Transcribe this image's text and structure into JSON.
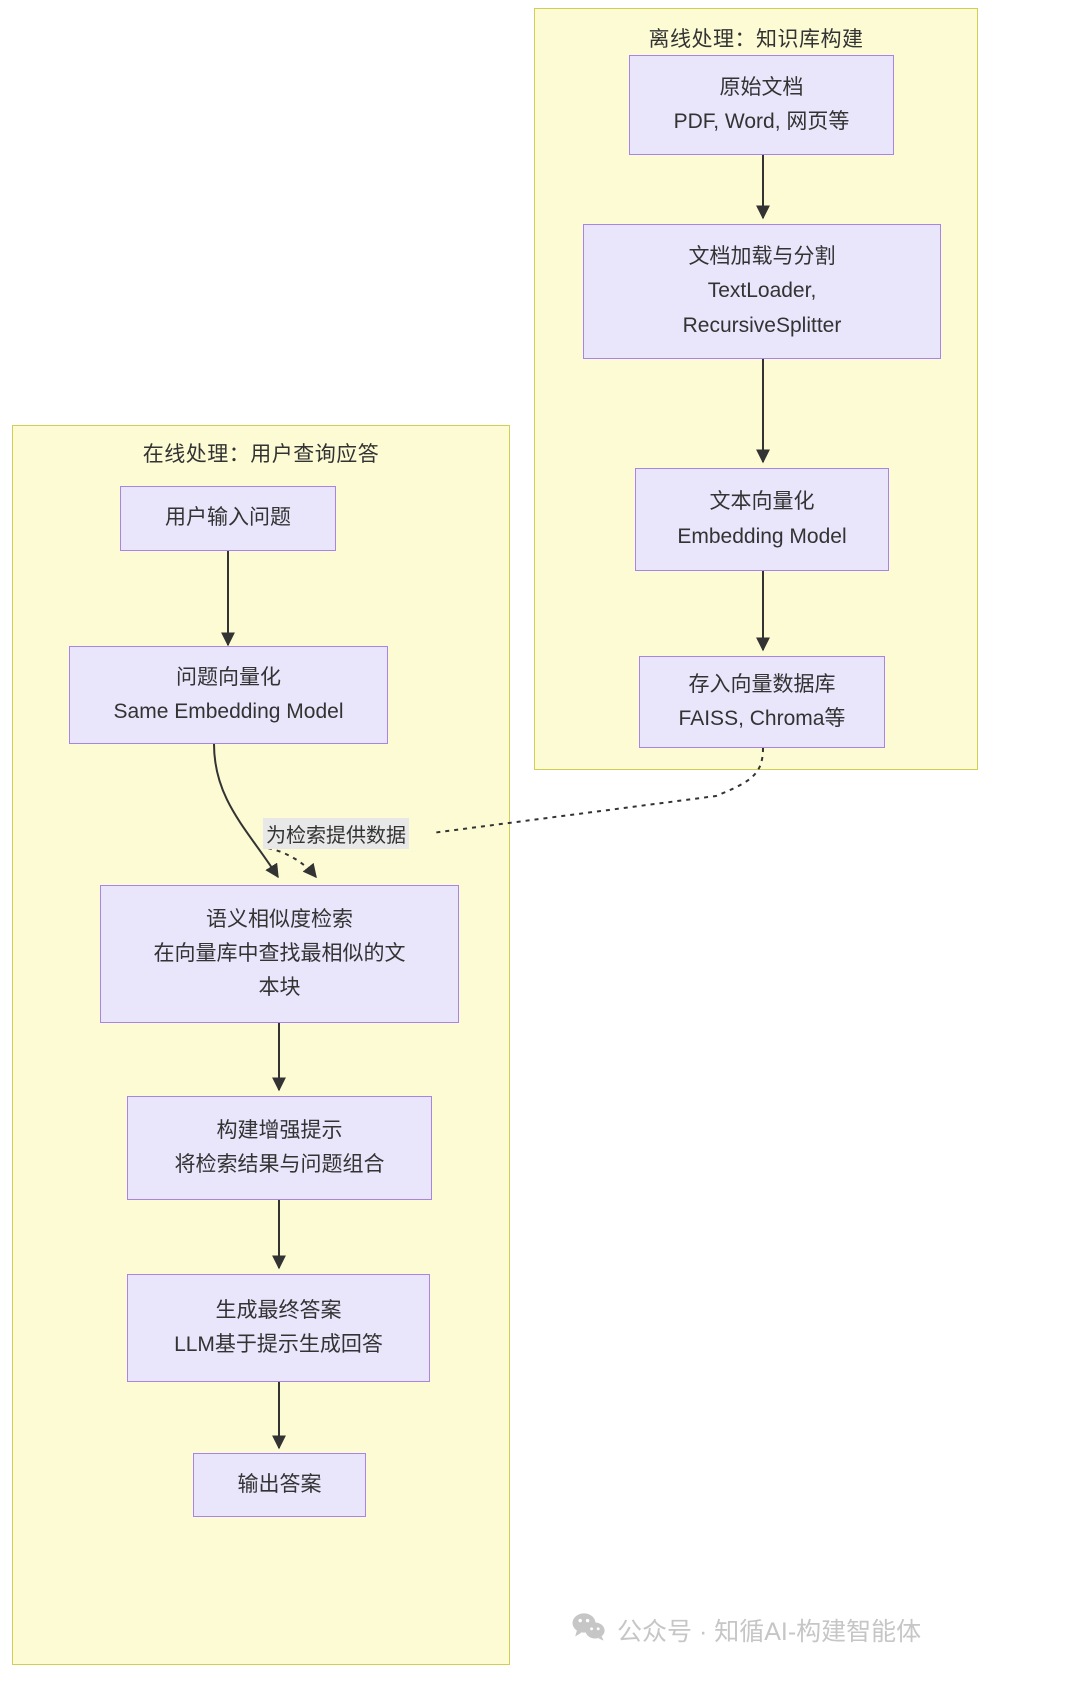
{
  "diagram": {
    "title_offline": "离线处理：知识库构建",
    "title_online": "在线处理：用户查询应答",
    "colors": {
      "subgraph_fill": "#fdfbd4",
      "subgraph_border": "#cfcf53",
      "node_fill": "#e9e5fb",
      "node_border": "#a884e8",
      "text": "#333333",
      "arrow": "#333333",
      "edge_label_bg": "#e8e8e8",
      "watermark": "#c6c6c6"
    }
  },
  "offline": {
    "title": "离线处理：知识库构建",
    "nodes": [
      {
        "id": "raw-doc",
        "lines": [
          "原始文档",
          "PDF, Word, 网页等"
        ]
      },
      {
        "id": "load-split",
        "lines": [
          "文档加载与分割",
          "TextLoader,",
          "RecursiveSplitter"
        ]
      },
      {
        "id": "embed",
        "lines": [
          "文本向量化",
          "Embedding Model"
        ]
      },
      {
        "id": "vector-store",
        "lines": [
          "存入向量数据库",
          "FAISS, Chroma等"
        ]
      }
    ]
  },
  "online": {
    "title": "在线处理：用户查询应答",
    "nodes": [
      {
        "id": "user-question",
        "lines": [
          "用户输入问题"
        ]
      },
      {
        "id": "query-embed",
        "lines": [
          "问题向量化",
          "Same Embedding Model"
        ]
      },
      {
        "id": "semantic-search",
        "lines": [
          "语义相似度检索",
          "在向量库中查找最相似的文",
          "本块"
        ]
      },
      {
        "id": "build-prompt",
        "lines": [
          "构建增强提示",
          "将检索结果与问题组合"
        ]
      },
      {
        "id": "generate-answer",
        "lines": [
          "生成最终答案",
          "LLM基于提示生成回答"
        ]
      },
      {
        "id": "output-answer",
        "lines": [
          "输出答案"
        ]
      }
    ]
  },
  "edges": {
    "cross_label": "为检索提供数据"
  },
  "watermark": {
    "icon": "wechat-icon",
    "text": "公众号 · 知循AI-构建智能体"
  }
}
